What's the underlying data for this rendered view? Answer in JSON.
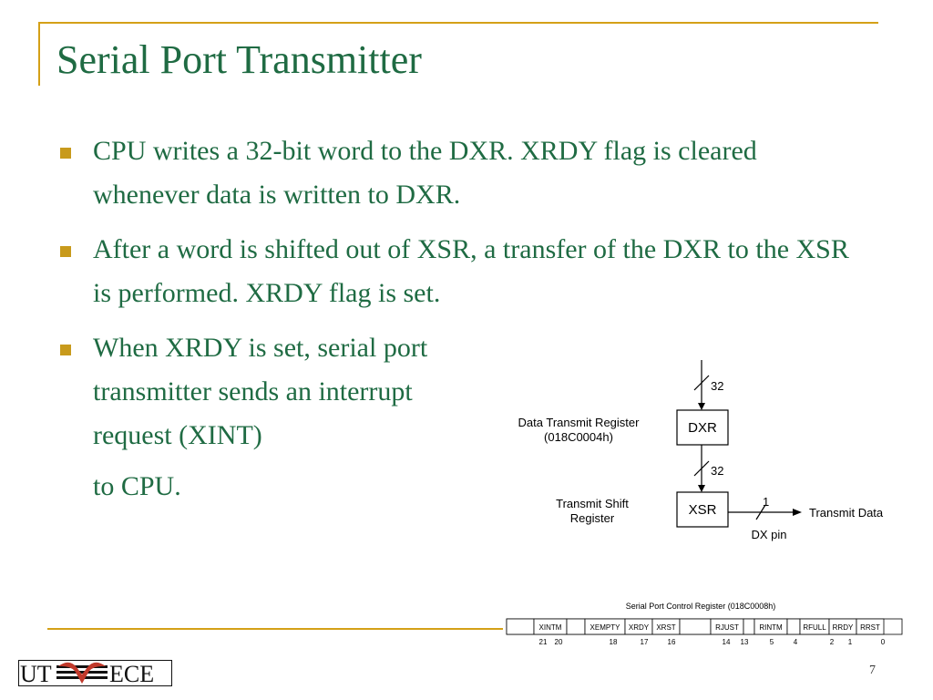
{
  "slide": {
    "title": "Serial Port Transmitter",
    "bullets": [
      "CPU writes a 32-bit word to the DXR. XRDY flag is cleared whenever data is written to DXR.",
      "After a word is shifted out of XSR, a transfer of the DXR to the XSR is performed. XRDY flag is set.",
      "When XRDY is set, serial port transmitter sends an interrupt request (XINT)"
    ],
    "bullet3_cont": "to CPU.",
    "page_number": "7",
    "logo": {
      "left": "UT",
      "right": "ECE"
    }
  },
  "diagram": {
    "dxr_label": "Data Transmit Register",
    "dxr_addr": "(018C0004h)",
    "dxr_box": "DXR",
    "bus_width_top": "32",
    "bus_width_mid": "32",
    "xsr_label_1": "Transmit Shift",
    "xsr_label_2": "Register",
    "xsr_box": "XSR",
    "out_width": "1",
    "out_label": "Transmit Data",
    "pin_label": "DX pin"
  },
  "register": {
    "title": "Serial Port Control Register (018C0008h)",
    "fields": [
      "",
      "XINTM",
      "",
      "XEMPTY",
      "XRDY",
      "XRST",
      "",
      "RJUST",
      "",
      "RINTM",
      "",
      "RFULL",
      "RRDY",
      "RRST"
    ],
    "bits": [
      "21",
      "20",
      "18",
      "17",
      "16",
      "14",
      "13",
      "5",
      "4",
      "2",
      "1",
      "0"
    ]
  },
  "colors": {
    "title": "#1f6b43",
    "accent": "#d4a017",
    "bullet": "#c89a1c"
  }
}
